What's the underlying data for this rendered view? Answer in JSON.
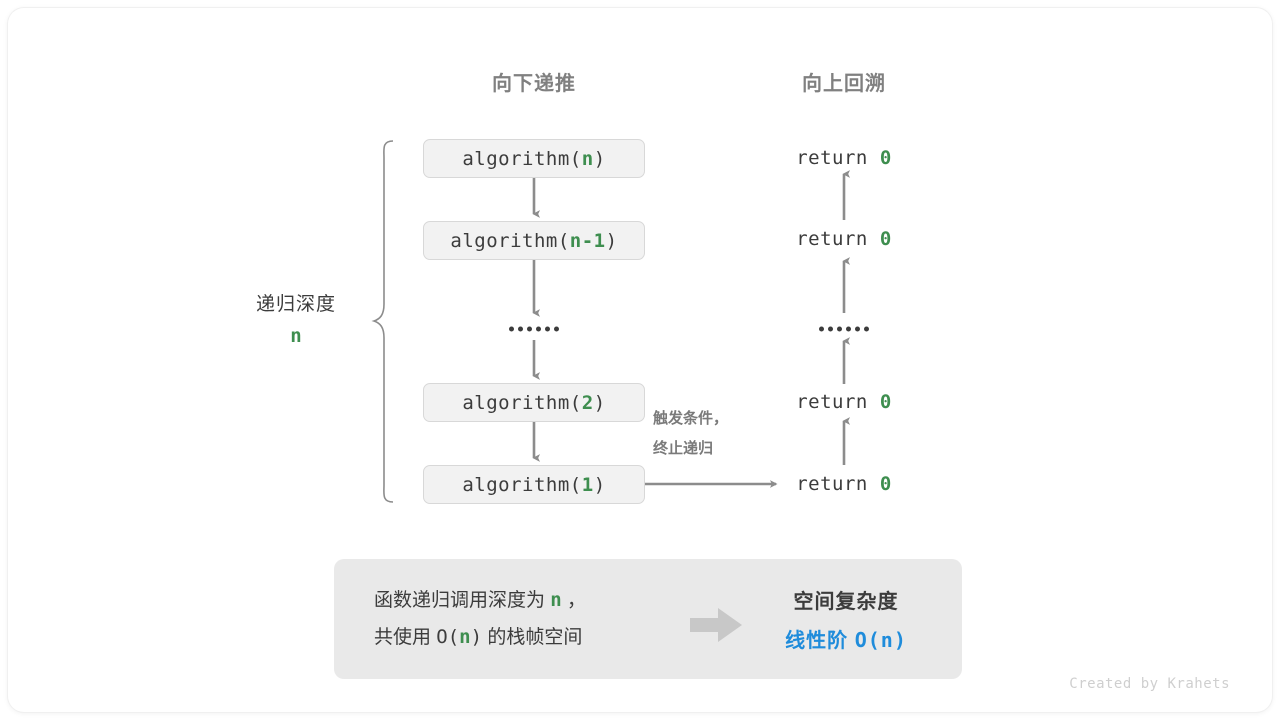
{
  "headers": {
    "down": "向下递推",
    "up": "向上回溯"
  },
  "depth_bracket": {
    "label": "递归深度",
    "value": "n"
  },
  "call_stack": [
    {
      "name": "algorithm(",
      "arg": "n",
      "close": ")"
    },
    {
      "name": "algorithm(",
      "arg": "n-1",
      "close": ")"
    },
    {
      "name": "algorithm(",
      "arg": "2",
      "close": ")"
    },
    {
      "name": "algorithm(",
      "arg": "1",
      "close": ")"
    }
  ],
  "returns": [
    {
      "text": "return ",
      "value": "0"
    },
    {
      "text": "return ",
      "value": "0"
    },
    {
      "text": "return ",
      "value": "0"
    },
    {
      "text": "return ",
      "value": "0"
    }
  ],
  "ellipsis_dots": 6,
  "trigger_note": {
    "line1": "触发条件，",
    "line2": "终止递归"
  },
  "summary": {
    "left_line1_a": "函数递归调用深度为 ",
    "left_line1_n": "n",
    "left_line1_b": " ，",
    "left_line2_a": "共使用 ",
    "left_line2_o": "O(",
    "left_line2_n": "n",
    "left_line2_c": ")",
    "left_line2_b": " 的栈帧空间",
    "arrow_icon": "right-block-arrow-icon",
    "title": "空间复杂度",
    "value_text": "线性阶 ",
    "value_mono": "O(n)"
  },
  "credit": "Created by Krahets",
  "colors": {
    "accent_green": "#3e8e4f",
    "accent_blue": "#1f8cdb",
    "arrow_gray": "#8c8c8c",
    "box_fill": "#f2f2f2",
    "panel_fill": "#e9e9e9"
  }
}
